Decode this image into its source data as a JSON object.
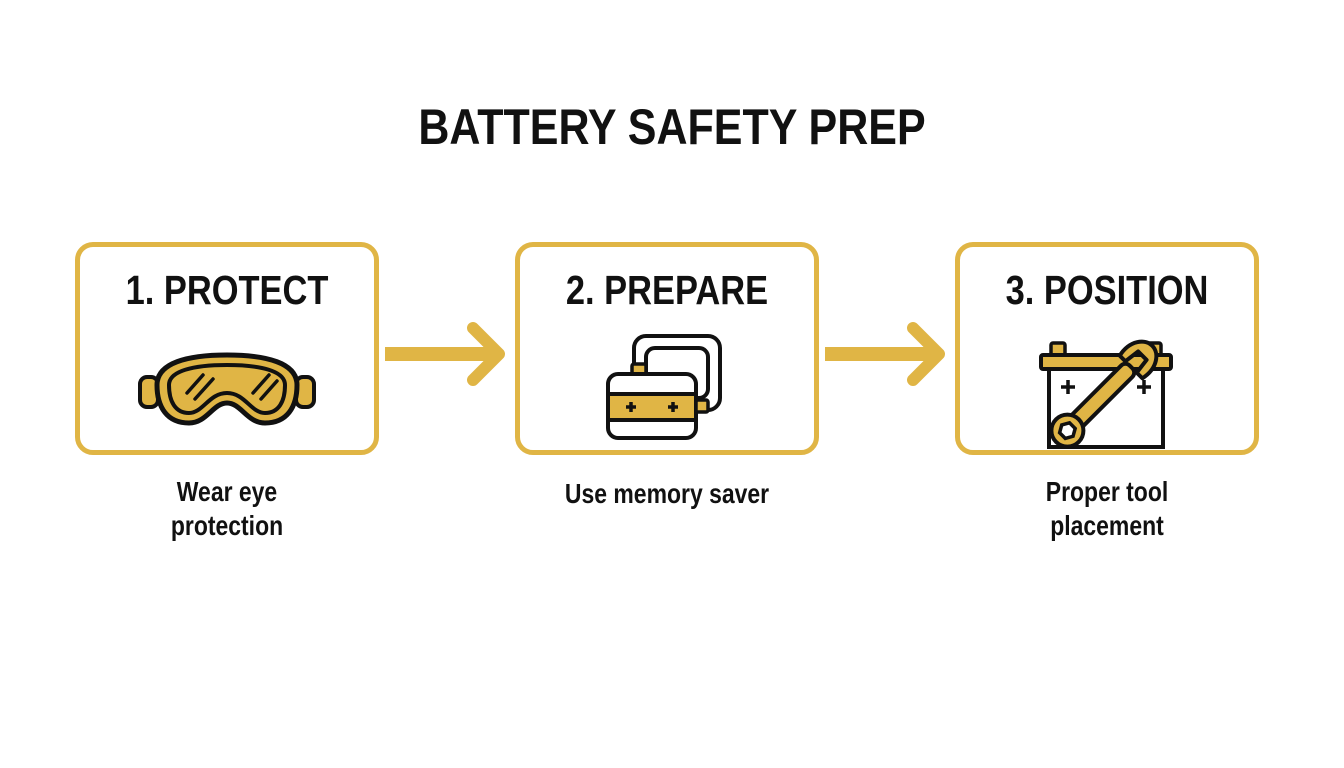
{
  "title": "BATTERY SAFETY PREP",
  "colors": {
    "accent": "#E0B545",
    "text": "#111111",
    "background": "#ffffff"
  },
  "steps": [
    {
      "title": "1. PROTECT",
      "icon": "safety-goggles-icon",
      "caption_line1": "Wear eye",
      "caption_line2": "protection"
    },
    {
      "title": "2. PREPARE",
      "icon": "battery-memory-saver-icon",
      "caption_line1": "Use memory saver",
      "caption_line2": ""
    },
    {
      "title": "3. POSITION",
      "icon": "battery-wrench-icon",
      "caption_line1": "Proper tool",
      "caption_line2": "placement"
    }
  ],
  "arrows": [
    {
      "from": "1. PROTECT",
      "to": "2. PREPARE",
      "icon": "arrow-right-icon"
    },
    {
      "from": "2. PREPARE",
      "to": "3. POSITION",
      "icon": "arrow-right-icon"
    }
  ]
}
